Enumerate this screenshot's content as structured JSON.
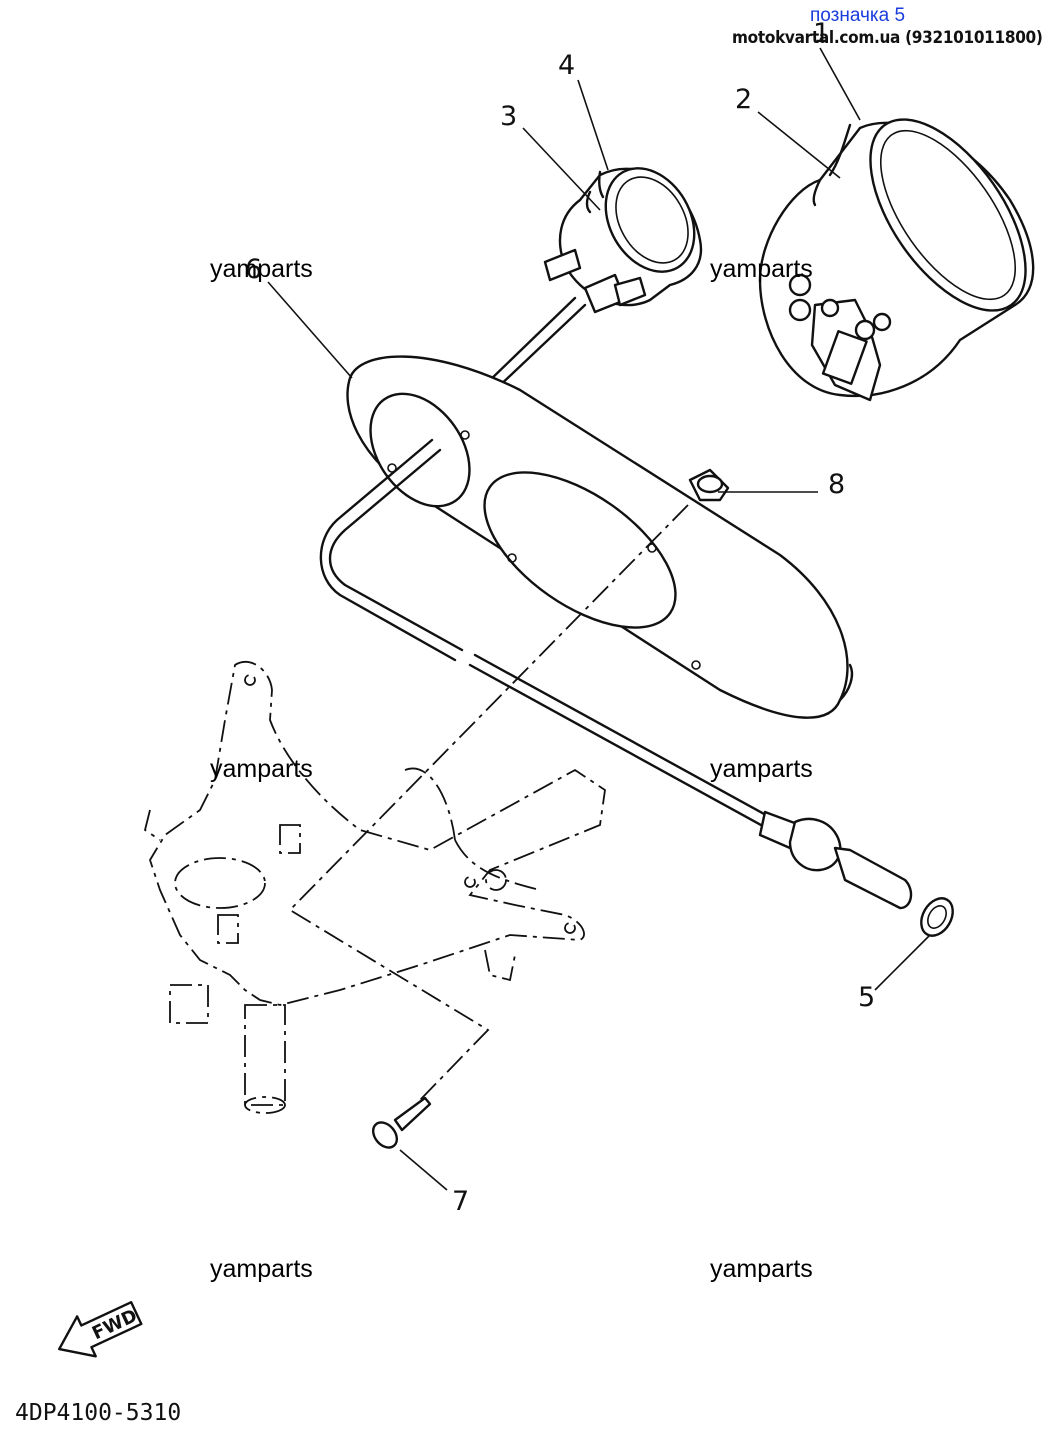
{
  "header": {
    "label": "позначка 5",
    "site": "motokvartal.com.ua (932101011800)"
  },
  "callouts": [
    {
      "id": "1",
      "text": "1"
    },
    {
      "id": "2",
      "text": "2"
    },
    {
      "id": "3",
      "text": "3"
    },
    {
      "id": "4",
      "text": "4"
    },
    {
      "id": "5",
      "text": "5"
    },
    {
      "id": "6",
      "text": "6"
    },
    {
      "id": "7",
      "text": "7"
    },
    {
      "id": "8",
      "text": "8"
    }
  ],
  "watermarks": [
    "yamparts",
    "yamparts",
    "yamparts",
    "yamparts",
    "yamparts",
    "yamparts"
  ],
  "fwd_label": "FWD",
  "part_code": "4DP4100-5310"
}
